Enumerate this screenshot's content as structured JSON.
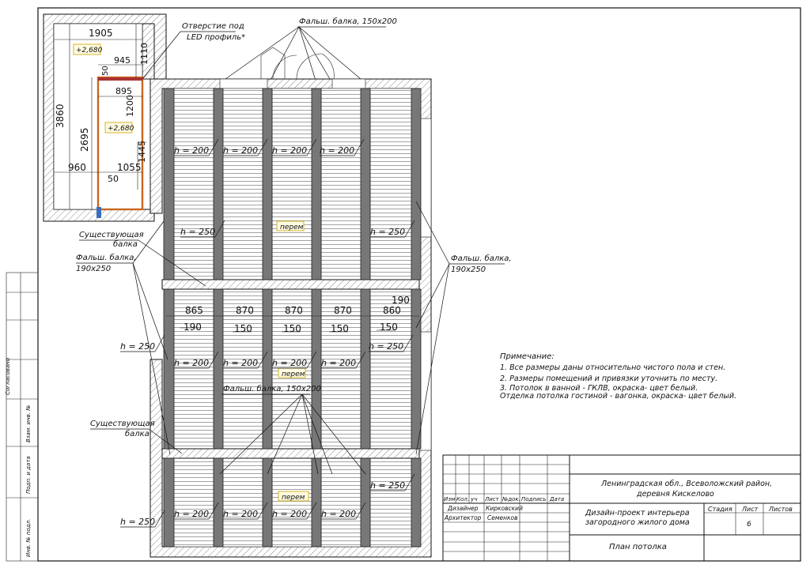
{
  "bath": {
    "dims": {
      "top_width": "1905",
      "right_height": "1110",
      "offset_945": "945",
      "offset_50_top": "50",
      "inner_895": "895",
      "inner_1200": "1200",
      "left_height": "3860",
      "inner_2695": "2695",
      "inner_1445": "1445",
      "bottom_960": "960",
      "bottom_1055": "1055",
      "bottom_50": "50"
    },
    "level_top": "+2,680",
    "level_mid": "+2,680"
  },
  "notes_top": {
    "led_hole_line1": "Отверстие под",
    "led_hole_line2": "LED профиль*",
    "false_beam_top": "Фальш. балка, 150x200"
  },
  "labels": {
    "existing_beam_1_line1": "Существующая",
    "existing_beam_1_line2": "балка",
    "false_beam_left_line1": "Фальш. балка,",
    "false_beam_left_line2": "190x250",
    "false_beam_right_line1": "Фальш. балка,",
    "false_beam_right_line2": "190x250",
    "existing_beam_2_line1": "Существующая",
    "existing_beam_2_line2": "балка",
    "false_beam_mid": "Фальш. балка, 150x200",
    "perem_1": "перем",
    "perem_2": "перем",
    "perem_3": "перем"
  },
  "heights": {
    "h200": "h = 200",
    "h250": "h = 250"
  },
  "spacing": {
    "s1": "865",
    "s2": "870",
    "s3": "870",
    "s4": "870",
    "s5": "860",
    "s_top_right": "190",
    "w1": "190",
    "w2": "150",
    "w3": "150",
    "w4": "150",
    "w5": "150"
  },
  "notes": {
    "title": "Примечание:",
    "n1": "1.     Все размеры даны относительно чистого пола и стен.",
    "n2": "2.     Размеры помещений и привязки уточнить по месту.",
    "n3": "3.     Потолок в ванной - ГКЛВ, окраска- цвет белый.",
    "n4": "Отделка потолка гостиной - вагонка, окраска- цвет белый."
  },
  "side_stamp": {
    "approved": "Согласовано",
    "inv_orig": "Инв. № подл.",
    "sign_date": "Подп. и дата",
    "inv_dup": "Взам. инв. №"
  },
  "title_block": {
    "col_izm": "Изм",
    "col_kol": "Кол. уч",
    "col_list": "Лист",
    "col_doc": "№док.",
    "col_sign": "Подпись",
    "col_date": "Дата",
    "role_1": "Дизайнер",
    "name_1": "Кирковский",
    "role_2": "Архитектор",
    "name_2": "Семенков",
    "location_line1": "Ленинградская обл.,  Всеволожский район,",
    "location_line2": "деревня Кискелово",
    "project_line1": "Дизайн-проект интерьера",
    "project_line2": "загородного жилого дома",
    "stage_label": "Стадия",
    "sheet_label": "Лист",
    "sheets_label": "Листов",
    "sheet_number": "6",
    "drawing_title": "План потолка"
  }
}
